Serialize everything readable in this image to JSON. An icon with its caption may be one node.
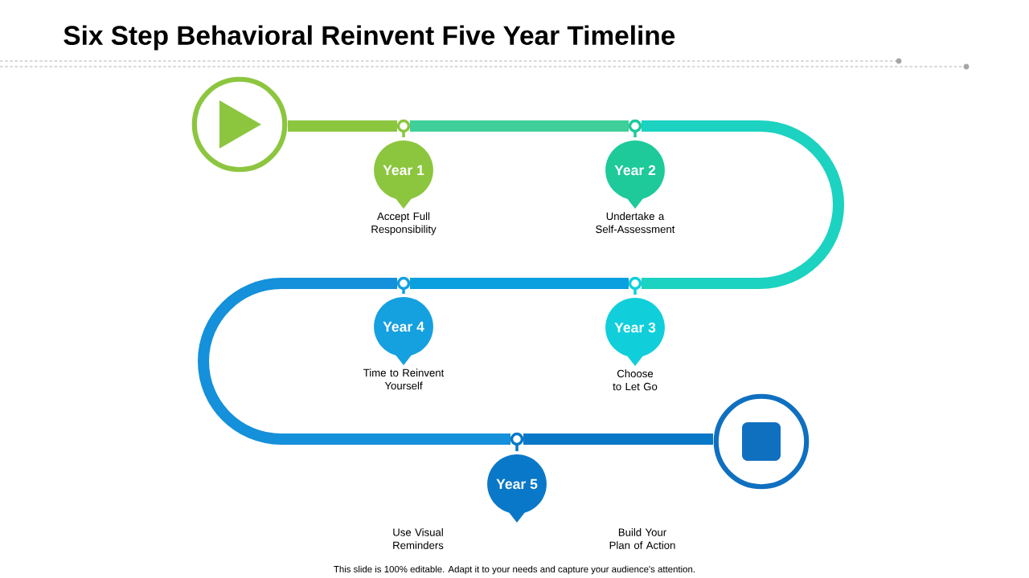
{
  "diagram": {
    "title": "Six Step Behavioral Reinvent Five Year Timeline",
    "caption": "This slide is 100% editable. Adapt it to your needs and capture your audience's attention.",
    "nodes": [
      {
        "text": [],
        "shape": "circle"
      },
      {
        "text": [
          "Year 1"
        ],
        "beside": [
          "Accept Full Responsibility"
        ]
      },
      {
        "text": [
          "Year 2"
        ],
        "beside": [
          "Undertake a Self-Assessment"
        ]
      },
      {
        "text": [
          "Year 3"
        ],
        "beside": [
          "Choose to Let Go"
        ]
      },
      {
        "text": [
          "Year 4"
        ],
        "beside": [
          "Time to Reinvent Yourself"
        ]
      },
      {
        "text": [
          "Year 5"
        ]
      },
      {
        "text": [],
        "shape": "circle"
      }
    ],
    "edges": [
      {
        "from": 0,
        "to": 1,
        "arrow": "none",
        "color": "#8cc63f"
      },
      {
        "from": 1,
        "to": 2,
        "arrow": "none",
        "color": "#3fcf9a"
      },
      {
        "from": 2,
        "to": 3,
        "arrow": "none",
        "color": "#1cd2c0"
      },
      {
        "from": 3,
        "to": 4,
        "arrow": "none",
        "color": "#0aa0e0"
      },
      {
        "from": 4,
        "to": 5,
        "arrow": "none",
        "color": "#1590da"
      },
      {
        "from": 5,
        "to": 6,
        "arrow": "none",
        "color": "#0a78c8"
      }
    ],
    "labels": [
      "Use Visual Reminders",
      "Build Your Plan of Action"
    ]
  }
}
